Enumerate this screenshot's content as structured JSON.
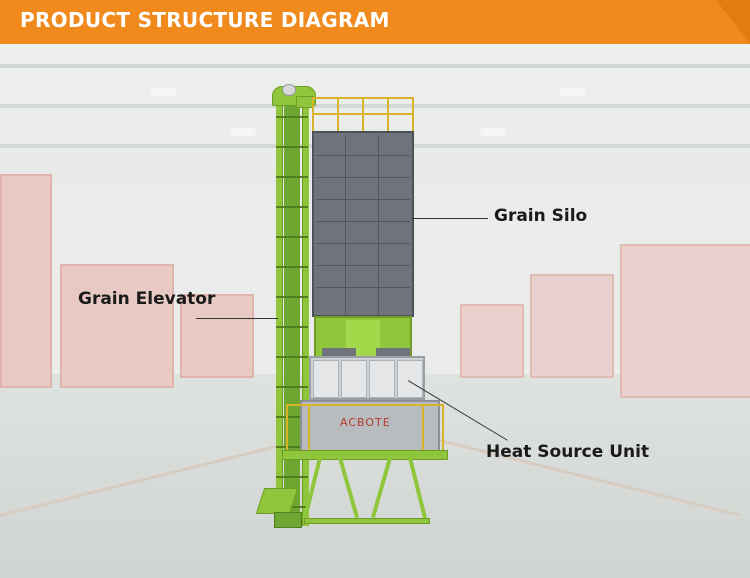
{
  "header": {
    "title": "PRODUCT STRUCTURE DIAGRAM"
  },
  "machine": {
    "brand_text": "ACBOTE"
  },
  "labels": {
    "grain_silo": "Grain Silo",
    "grain_elevator": "Grain Elevator",
    "heat_source_unit": "Heat Source Unit"
  },
  "colors": {
    "header_bg": "#f08a1c",
    "frame_green": "#8fc63b",
    "silo_grey": "#6f737b",
    "railing_yellow": "#d9b32a"
  }
}
